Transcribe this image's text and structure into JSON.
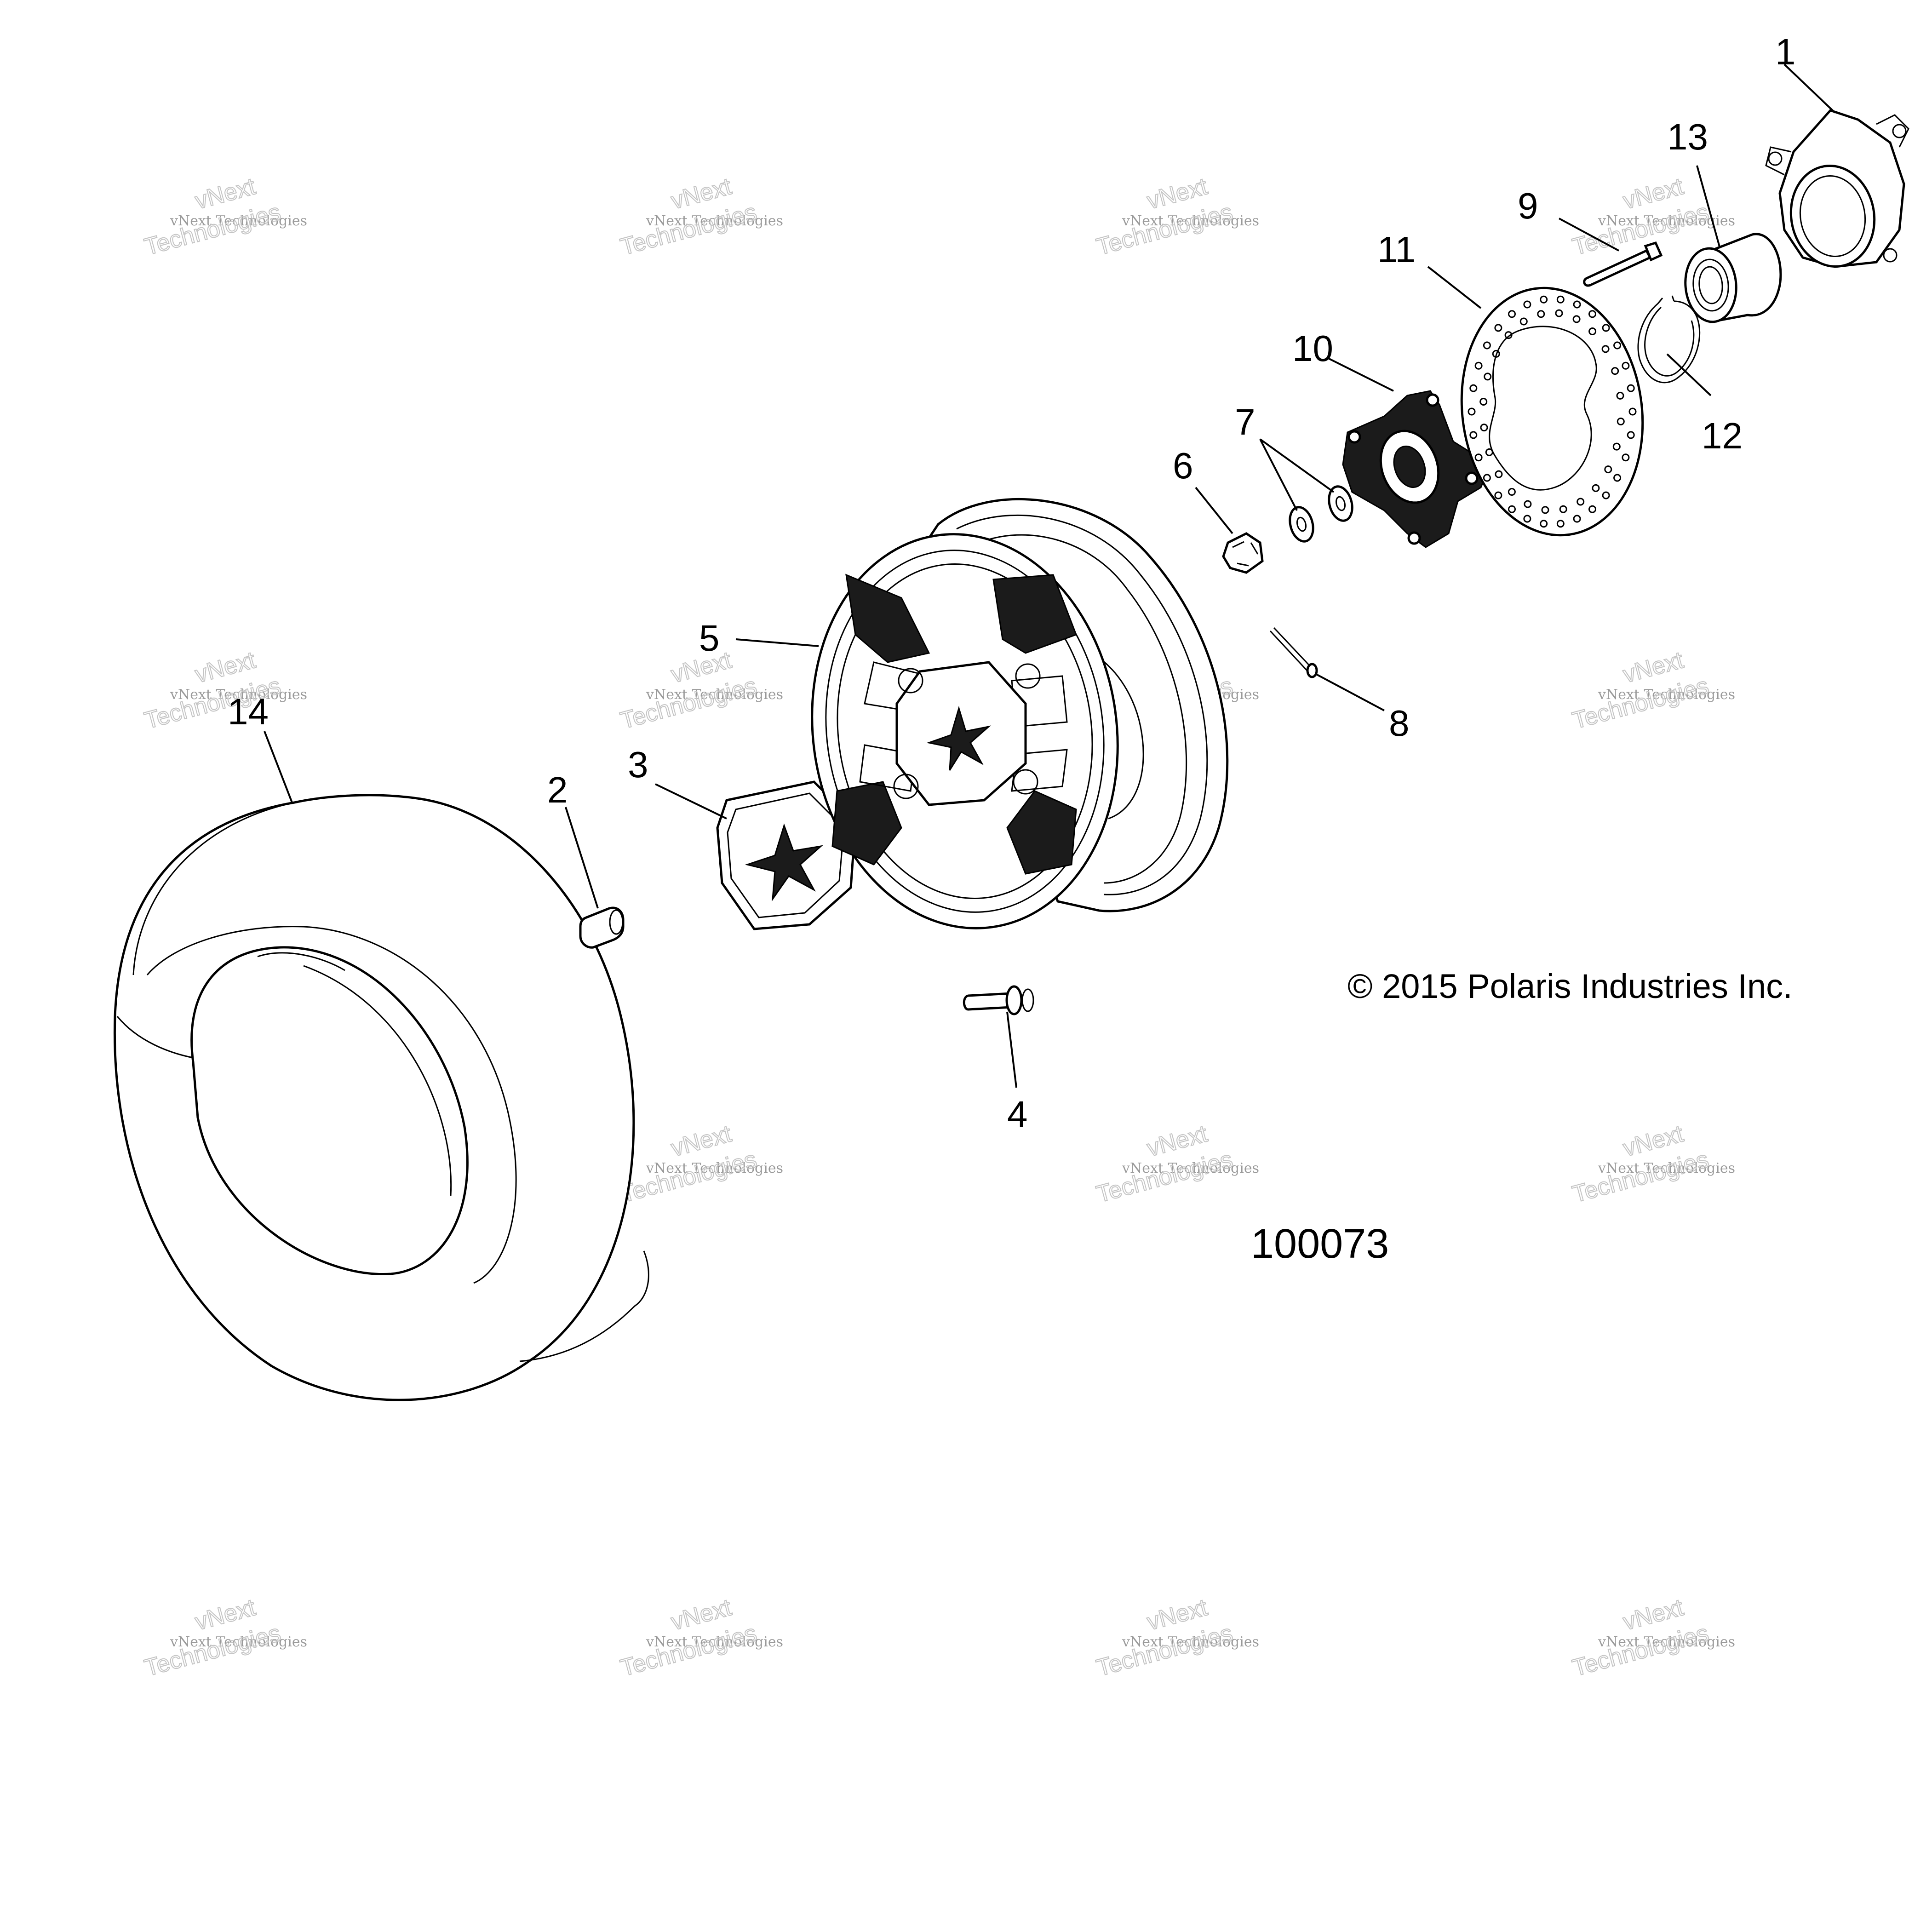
{
  "diagram": {
    "copyright": "© 2015 Polaris Industries Inc.",
    "figure_number": "100073",
    "callouts": [
      {
        "id": "1",
        "label": "1"
      },
      {
        "id": "2",
        "label": "2"
      },
      {
        "id": "3",
        "label": "3"
      },
      {
        "id": "4",
        "label": "4"
      },
      {
        "id": "5",
        "label": "5"
      },
      {
        "id": "6",
        "label": "6"
      },
      {
        "id": "7",
        "label": "7"
      },
      {
        "id": "8",
        "label": "8"
      },
      {
        "id": "9",
        "label": "9"
      },
      {
        "id": "10",
        "label": "10"
      },
      {
        "id": "11",
        "label": "11"
      },
      {
        "id": "12",
        "label": "12"
      },
      {
        "id": "13",
        "label": "13"
      },
      {
        "id": "14",
        "label": "14"
      }
    ],
    "watermark": {
      "line1": "vNext",
      "line2": "vNext Technologies",
      "line3": "Technologies"
    }
  }
}
